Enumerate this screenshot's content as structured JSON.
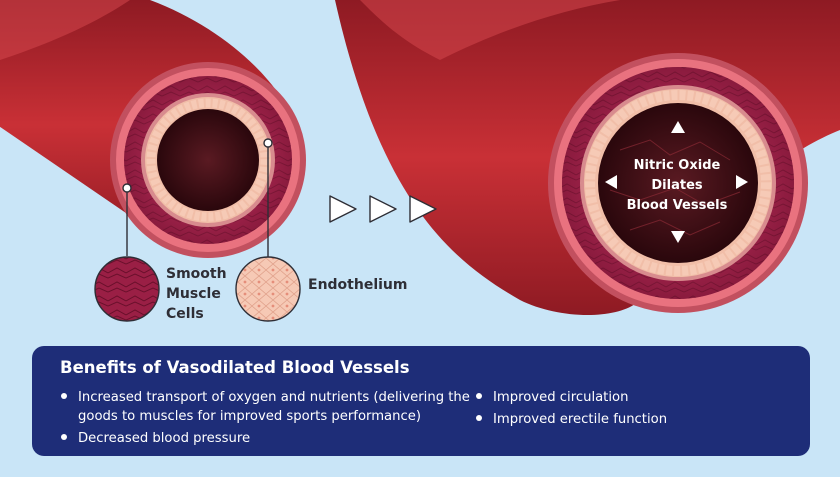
{
  "labels": {
    "smooth_muscle": [
      "Smooth",
      "Muscle",
      "Cells"
    ],
    "endothelium": "Endothelium",
    "nitric_oxide": [
      "Nitric Oxide",
      "Dilates",
      "Blood Vessels"
    ]
  },
  "benefits": {
    "title": "Benefits of Vasodilated Blood Vessels",
    "left_items": [
      "Increased transport of oxygen and nutrients (delivering the goods to muscles for improved sports performance)",
      "Decreased blood pressure"
    ],
    "right_items": [
      "Improved circulation",
      "Improved erectile function"
    ]
  },
  "colors": {
    "background": "#c9e5f7",
    "vessel_red": "#b7262e",
    "lumen": "#3b0d14",
    "panel_navy": "#1e2d78"
  }
}
